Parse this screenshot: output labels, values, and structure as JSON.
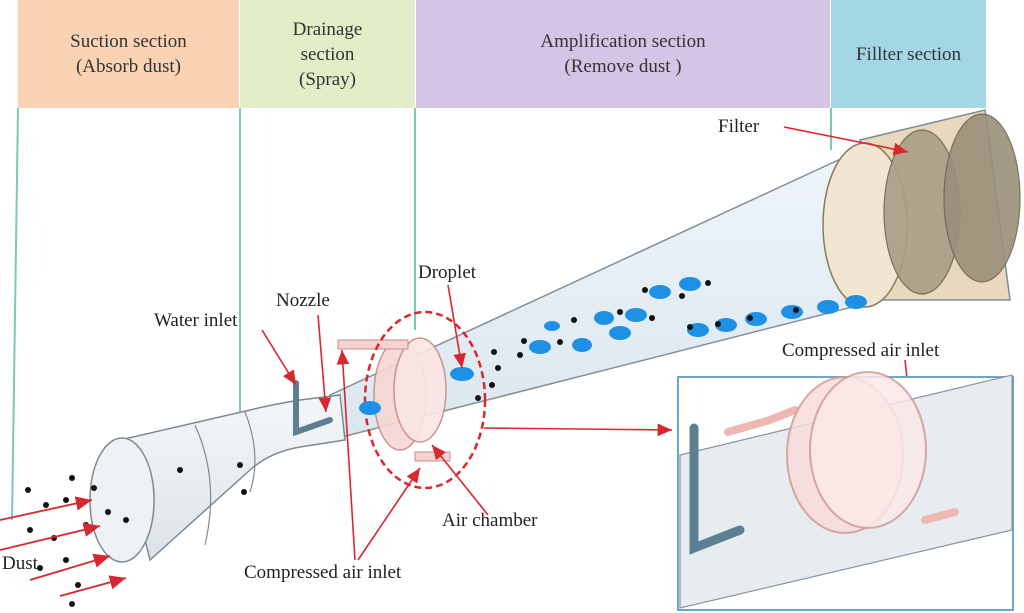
{
  "sections": [
    {
      "title": "Suction section",
      "subtitle": "(Absorb dust)",
      "color": "#FAD2B4"
    },
    {
      "title": "Drainage",
      "subtitle": "section",
      "subtitle2": "(Spray)",
      "color": "#E3EEC8"
    },
    {
      "title": "Amplification section",
      "subtitle": "(Remove dust )",
      "color": "#D6C4E6"
    },
    {
      "title": "Fillter section",
      "subtitle": "",
      "color": "#A3D7E6"
    }
  ],
  "labels": {
    "filter": "Filter",
    "droplet": "Droplet",
    "nozzle": "Nozzle",
    "water_inlet": "Water inlet",
    "compressed_air_inlet_inset": "Compressed air inlet",
    "air_chamber": "Air chamber",
    "compressed_air_inlet_bottom": "Compressed air inlet",
    "dust": "Dust"
  },
  "colors": {
    "pipe_fill": "#E9EEF2",
    "pipe_stroke": "#7D8A93",
    "droplet": "#1E90E6",
    "dust": "#111111",
    "arrow": "#D8282F",
    "chamber": "#F2B6B6",
    "divider": "#7FC8B4",
    "filter": "#C8B48C"
  }
}
